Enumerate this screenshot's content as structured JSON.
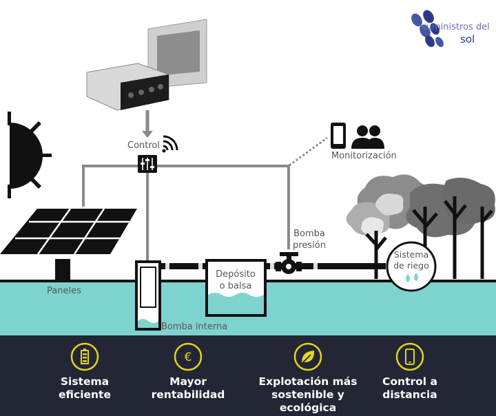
{
  "brand": {
    "line1": "suministros del",
    "line2": "sol"
  },
  "labels": {
    "control": "Control",
    "monitoring": "Monitorización",
    "panels": "Paneles",
    "tank": "Depósito\no balsa",
    "pump_pressure": "Bomba\npresión",
    "irrigation": "Sistema\nde riego",
    "pump_internal": "Bomba interna"
  },
  "features": [
    {
      "icon": "battery-icon",
      "text": "Sistema\neficiente"
    },
    {
      "icon": "euro-icon",
      "text": "Mayor\nrentabilidad"
    },
    {
      "icon": "leaf-icon",
      "text": "Explotación más\nsostenible y ecológica"
    },
    {
      "icon": "smartphone-icon",
      "text": "Control a\ndistancia"
    }
  ],
  "colors": {
    "water": "#7fd3cf",
    "dark_bar": "#232634",
    "accent": "#e6d51c",
    "pipe": "#111111",
    "wire": "#8a8a8a"
  }
}
